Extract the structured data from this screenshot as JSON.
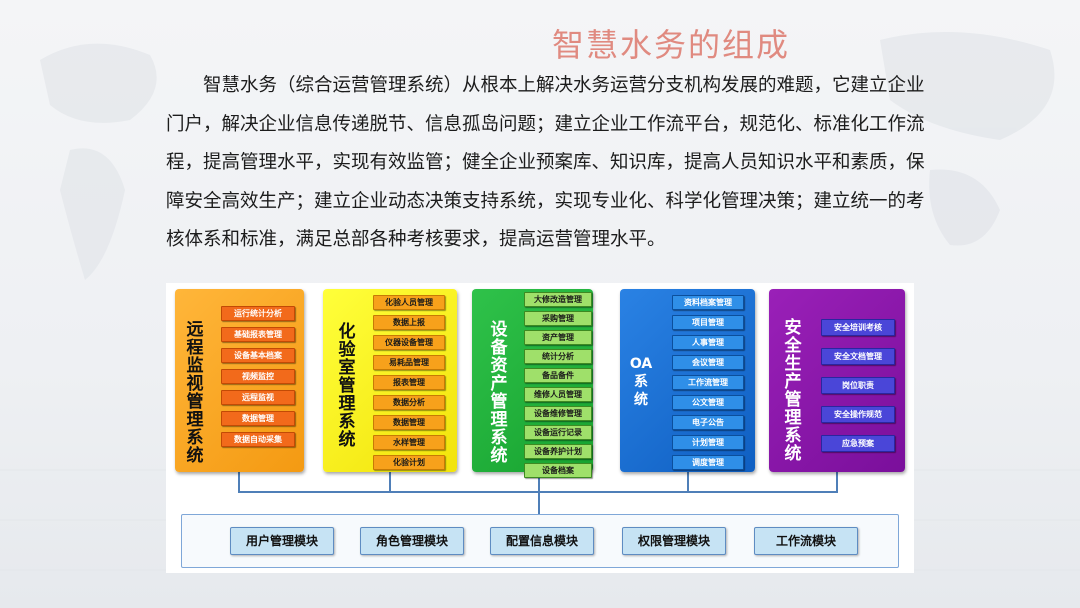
{
  "title": "智慧水务的组成",
  "paragraph": "智慧水务（综合运营管理系统）从根本上解决水务运营分支机构发展的难题，它建立企业门户，解决企业信息传递脱节、信息孤岛问题；建立企业工作流平台，规范化、标准化工作流程，提高管理水平，实现有效监管；健全企业预案库、知识库，提高人员知识水平和素质，保障安全高效生产；建立企业动态决策支持系统，实现专业化、科学化管理决策；建立统一的考核体系和标准，满足总部各种考核要求，提高运营管理水平。",
  "systems": [
    {
      "name": "远程监视管理系统",
      "items": [
        "运行统计分析",
        "基础报表管理",
        "设备基本档案",
        "视频监控",
        "远程监视",
        "数据管理",
        "数据自动采集"
      ]
    },
    {
      "name": "化验室管理系统",
      "items": [
        "化验人员管理",
        "数据上报",
        "仪器设备管理",
        "易耗品管理",
        "报表管理",
        "数据分析",
        "数据管理",
        "水样管理",
        "化验计划"
      ]
    },
    {
      "name": "设备资产管理系统",
      "items": [
        "大修改造管理",
        "采购管理",
        "资产管理",
        "统计分析",
        "备品备件",
        "维修人员管理",
        "设备维修管理",
        "设备运行记录",
        "设备养护计划",
        "设备档案"
      ]
    },
    {
      "name": "OA系统",
      "items": [
        "资料档案管理",
        "项目管理",
        "人事管理",
        "会议管理",
        "工作流管理",
        "公文管理",
        "电子公告",
        "计划管理",
        "调度管理"
      ]
    },
    {
      "name": "安全生产管理系统",
      "items": [
        "安全培训考核",
        "安全文档管理",
        "岗位职责",
        "安全操作规范",
        "应急预案"
      ]
    }
  ],
  "modules": [
    "用户管理模块",
    "角色管理模块",
    "配置信息模块",
    "权限管理模块",
    "工作流模块"
  ],
  "colors": {
    "title": "#e08a80",
    "connector": "#4f7fb8"
  }
}
